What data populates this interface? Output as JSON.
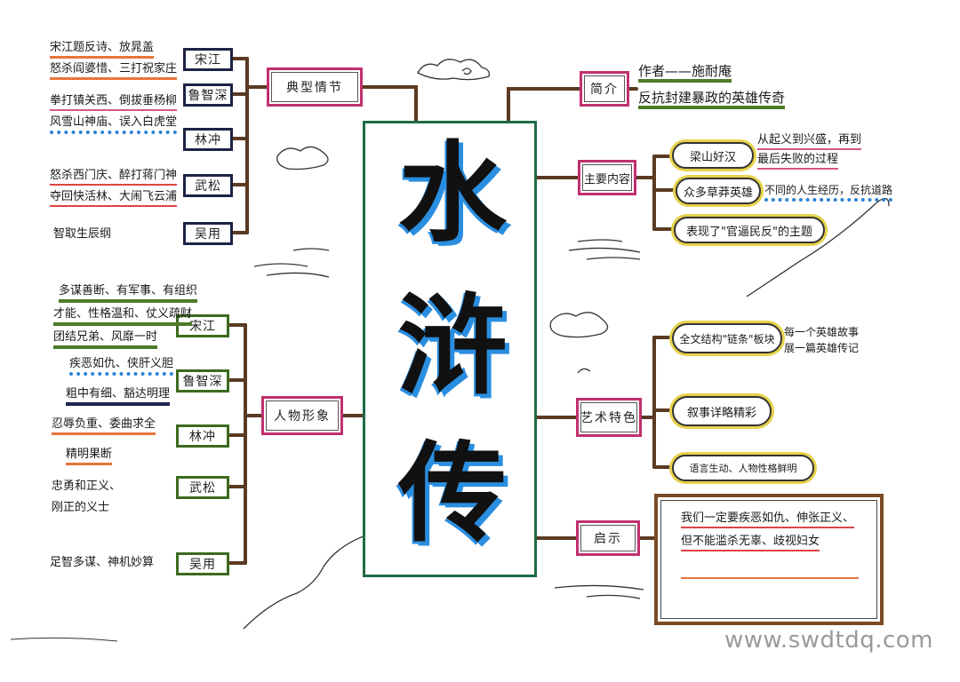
{
  "title_chars": [
    "水",
    "浒",
    "传"
  ],
  "branches": {
    "plots": {
      "label": "典型情节",
      "items": [
        {
          "tag": "宋江",
          "lines": [
            "宋江题反诗、放晁盖",
            "怒杀阎婆惜、三打祝家庄"
          ]
        },
        {
          "tag": "鲁智深",
          "lines": [
            "拳打镇关西、倒拔垂杨柳",
            "风雪山神庙、误入白虎堂"
          ]
        },
        {
          "tag": "林冲",
          "lines": []
        },
        {
          "tag": "武松",
          "lines": [
            "怒杀西门庆、醉打蒋门神",
            "夺回快活林、大闹飞云浦"
          ]
        },
        {
          "tag": "吴用",
          "lines": [
            "智取生辰纲"
          ]
        }
      ]
    },
    "characters": {
      "label": "人物形象",
      "items": [
        {
          "tag": "宋江",
          "lines": [
            "多谋善断、有军事、有组织",
            "才能、性格温和、仗义疏财",
            "团结兄弟、风靡一时"
          ]
        },
        {
          "tag": "鲁智深",
          "lines": [
            "疾恶如仇、侠肝义胆",
            "粗中有细、豁达明理"
          ]
        },
        {
          "tag": "林冲",
          "lines": [
            "忍辱负重、委曲求全",
            "精明果断"
          ]
        },
        {
          "tag": "武松",
          "lines": [
            "忠勇和正义、",
            "刚正的义士"
          ]
        },
        {
          "tag": "吴用",
          "lines": [
            "足智多谋、神机妙算"
          ]
        }
      ]
    },
    "intro": {
      "label": "简介",
      "lines": [
        "作者——施耐庵",
        "反抗封建暴政的英雄传奇"
      ]
    },
    "content": {
      "label": "主要内容",
      "bubbles": [
        "梁山好汉",
        "众多草莽英雄",
        "表现了\"官逼民反\"的主题"
      ],
      "notes": [
        "从起义到兴盛，再到",
        "最后失败的过程",
        "不同的人生经历，反抗道路"
      ]
    },
    "art": {
      "label": "艺术特色",
      "bubbles": [
        "全文结构\"链条\"板块",
        "叙事详略精彩",
        "语言生动、人物性格鲜明"
      ],
      "notes": [
        "每一个英雄故事",
        "展一篇英雄传记"
      ]
    },
    "insight": {
      "label": "启示",
      "lines": [
        "我们一定要疾恶如仇、伸张正义、",
        "但不能滥杀无辜、歧视妇女"
      ]
    }
  },
  "watermark": "www.swdtdq.com",
  "colors": {
    "branch": "#5a3a22",
    "center_border": "#1e6b45",
    "node_border": "#c0306e",
    "tag_navy": "#1c2344",
    "tag_green": "#3c6b1f",
    "title_shadow": "#2a8ee0",
    "bubble_glow": "#e5d24a",
    "big_box": "#7a4a25"
  }
}
